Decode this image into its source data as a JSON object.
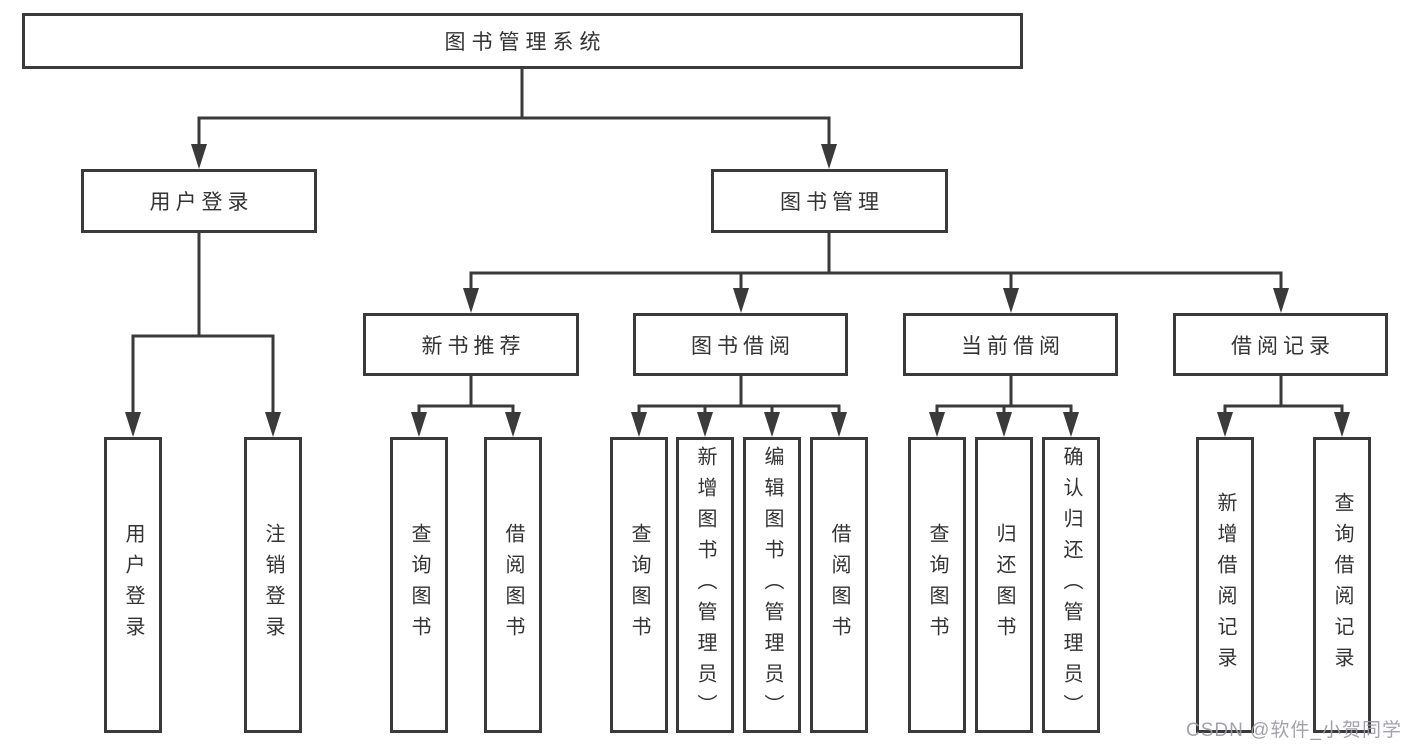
{
  "diagram": {
    "type": "hierarchy-tree",
    "orientation": "top-down"
  },
  "colors": {
    "line": "#3a3a3a",
    "text": "#333333",
    "watermark": "#9b9ba3",
    "background": "#ffffff"
  },
  "tree": {
    "label": "图书管理系统",
    "children": [
      {
        "label": "用户登录",
        "children": [
          {
            "label": "用户登录"
          },
          {
            "label": "注销登录"
          }
        ]
      },
      {
        "label": "图书管理",
        "children": [
          {
            "label": "新书推荐",
            "children": [
              {
                "label": "查询图书"
              },
              {
                "label": "借阅图书"
              }
            ]
          },
          {
            "label": "图书借阅",
            "children": [
              {
                "label": "查询图书"
              },
              {
                "label": "新增图书（管理员）"
              },
              {
                "label": "编辑图书（管理员）"
              },
              {
                "label": "借阅图书"
              }
            ]
          },
          {
            "label": "当前借阅",
            "children": [
              {
                "label": "查询图书"
              },
              {
                "label": "归还图书"
              },
              {
                "label": "确认归还（管理员）"
              }
            ]
          },
          {
            "label": "借阅记录",
            "children": [
              {
                "label": "新增借阅记录"
              },
              {
                "label": "查询借阅记录"
              }
            ]
          }
        ]
      }
    ]
  },
  "watermark": {
    "text": "CSDN @软件_小贺同学"
  }
}
